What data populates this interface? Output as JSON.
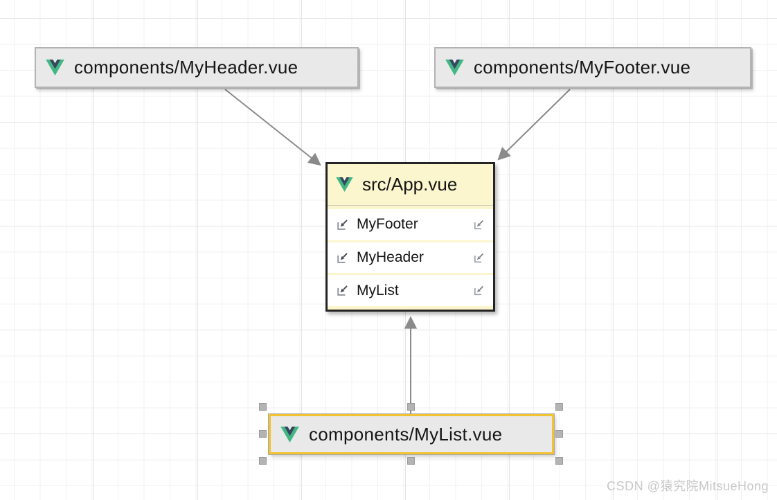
{
  "diagram": {
    "nodes": {
      "my_header": {
        "label": "components/MyHeader.vue",
        "icon": "vue-logo-icon"
      },
      "my_footer": {
        "label": "components/MyFooter.vue",
        "icon": "vue-logo-icon"
      },
      "app": {
        "label": "src/App.vue",
        "icon": "vue-logo-icon",
        "members": [
          {
            "name": "MyFooter",
            "icon": "import-arrow-icon"
          },
          {
            "name": "MyHeader",
            "icon": "import-arrow-icon"
          },
          {
            "name": "MyList",
            "icon": "import-arrow-icon"
          }
        ]
      },
      "my_list": {
        "label": "components/MyList.vue",
        "icon": "vue-logo-icon",
        "selected": true
      }
    },
    "edges": [
      {
        "from": "components/MyHeader.vue",
        "to": "src/App.vue"
      },
      {
        "from": "components/MyFooter.vue",
        "to": "src/App.vue"
      },
      {
        "from": "components/MyList.vue",
        "to": "src/App.vue"
      }
    ],
    "colors": {
      "node_fill": "#e9e9e9",
      "node_border": "#b3b3b3",
      "app_fill": "#fbf6ce",
      "app_border": "#242424",
      "selection_border": "#f1c232",
      "edge": "#8a8a8a",
      "handle": "#b4b4b4",
      "vue_green": "#41b883",
      "vue_dark": "#35495e",
      "grid_minor": "#f2f2f2",
      "grid_major": "#e4e4e4"
    }
  },
  "watermark": {
    "text": "CSDN @猿究院MitsueHong",
    "color": "#c8c8c8"
  }
}
